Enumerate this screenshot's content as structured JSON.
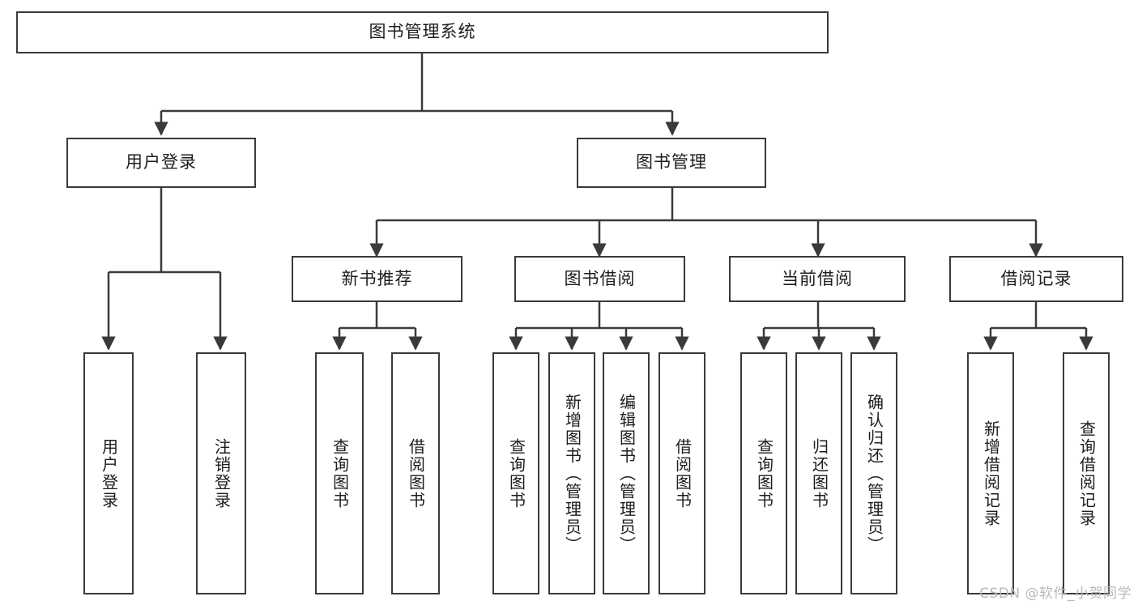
{
  "diagram": {
    "title": "图书管理系统",
    "watermark": "CSDN @软件_小贺同学",
    "style": {
      "border_color": "#3a3a3a",
      "text_color": "#1d1d1d",
      "background": "#ffffff",
      "watermark_color": "#b9b9b9"
    },
    "levels": {
      "root": {
        "label": "图书管理系统"
      },
      "level2": [
        {
          "label": "用户登录"
        },
        {
          "label": "图书管理"
        }
      ],
      "level3": [
        {
          "label": "新书推荐"
        },
        {
          "label": "图书借阅"
        },
        {
          "label": "当前借阅"
        },
        {
          "label": "借阅记录"
        }
      ],
      "leaves": {
        "user_login": [
          {
            "label": "用户登录"
          },
          {
            "label": "注销登录"
          }
        ],
        "new_book_recommend": [
          {
            "label": "查询图书"
          },
          {
            "label": "借阅图书"
          }
        ],
        "book_borrow": [
          {
            "label": "查询图书"
          },
          {
            "label": "新增图书（管理员）"
          },
          {
            "label": "编辑图书（管理员）"
          },
          {
            "label": "借阅图书"
          }
        ],
        "current_borrow": [
          {
            "label": "查询图书"
          },
          {
            "label": "归还图书"
          },
          {
            "label": "确认归还（管理员）"
          }
        ],
        "borrow_record": [
          {
            "label": "新增借阅记录"
          },
          {
            "label": "查询借阅记录"
          }
        ]
      }
    }
  }
}
